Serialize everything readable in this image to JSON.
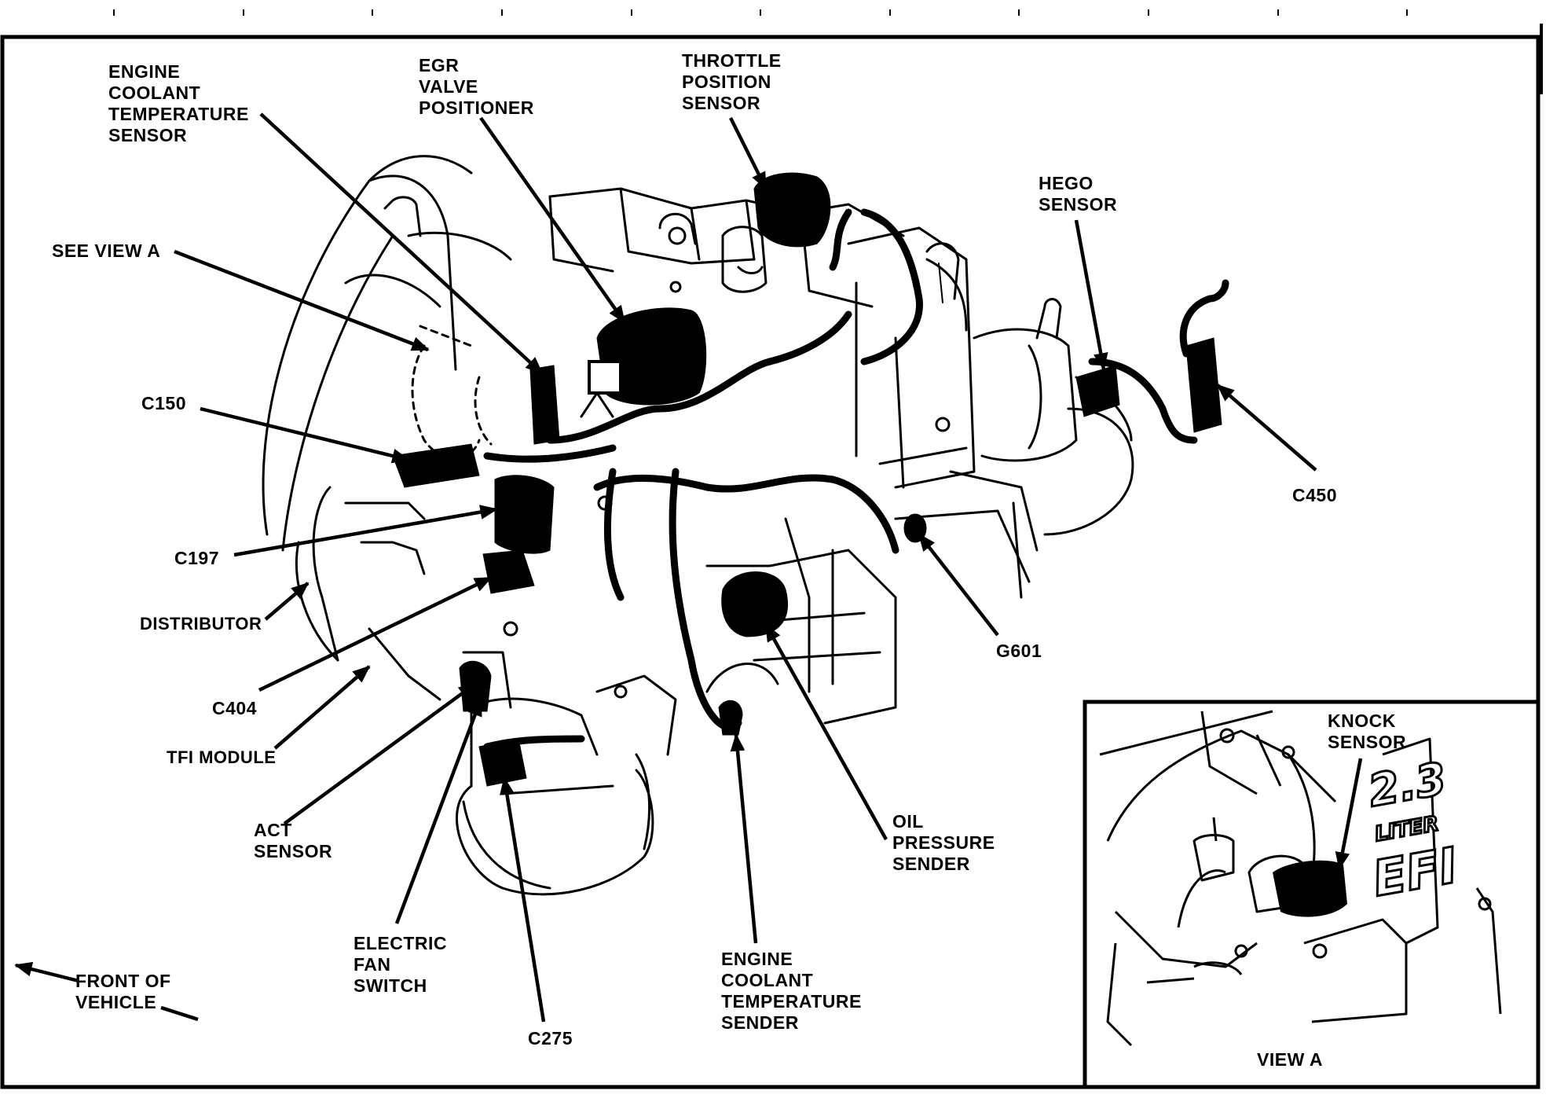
{
  "labels": {
    "ect_sensor": "ENGINE\nCOOLANT\nTEMPERATURE\nSENSOR",
    "egr_valve_positioner": "EGR\nVALVE\nPOSITIONER",
    "throttle_position_sensor": "THROTTLE\nPOSITION\nSENSOR",
    "hego_sensor": "HEGO\nSENSOR",
    "see_view_a": "SEE VIEW A",
    "c150": "C150",
    "c450": "C450",
    "c197": "C197",
    "distributor": "DISTRIBUTOR",
    "g601": "G601",
    "c404": "C404",
    "tfi_module": "TFI MODULE",
    "act_sensor": "ACT\nSENSOR",
    "oil_pressure_sender": "OIL\nPRESSURE\nSENDER",
    "electric_fan_switch": "ELECTRIC\nFAN\nSWITCH",
    "ect_sender": "ENGINE\nCOOLANT\nTEMPERATURE\nSENDER",
    "c275": "C275",
    "front_of_vehicle": "FRONT OF\nVEHICLE",
    "knock_sensor": "KNOCK\nSENSOR",
    "view_a": "VIEW A"
  },
  "inset_engine_marking": {
    "size": "2.3",
    "liter": "LITER",
    "efi": "EFI"
  },
  "colors": {
    "ink": "#000000",
    "paper": "#ffffff"
  }
}
